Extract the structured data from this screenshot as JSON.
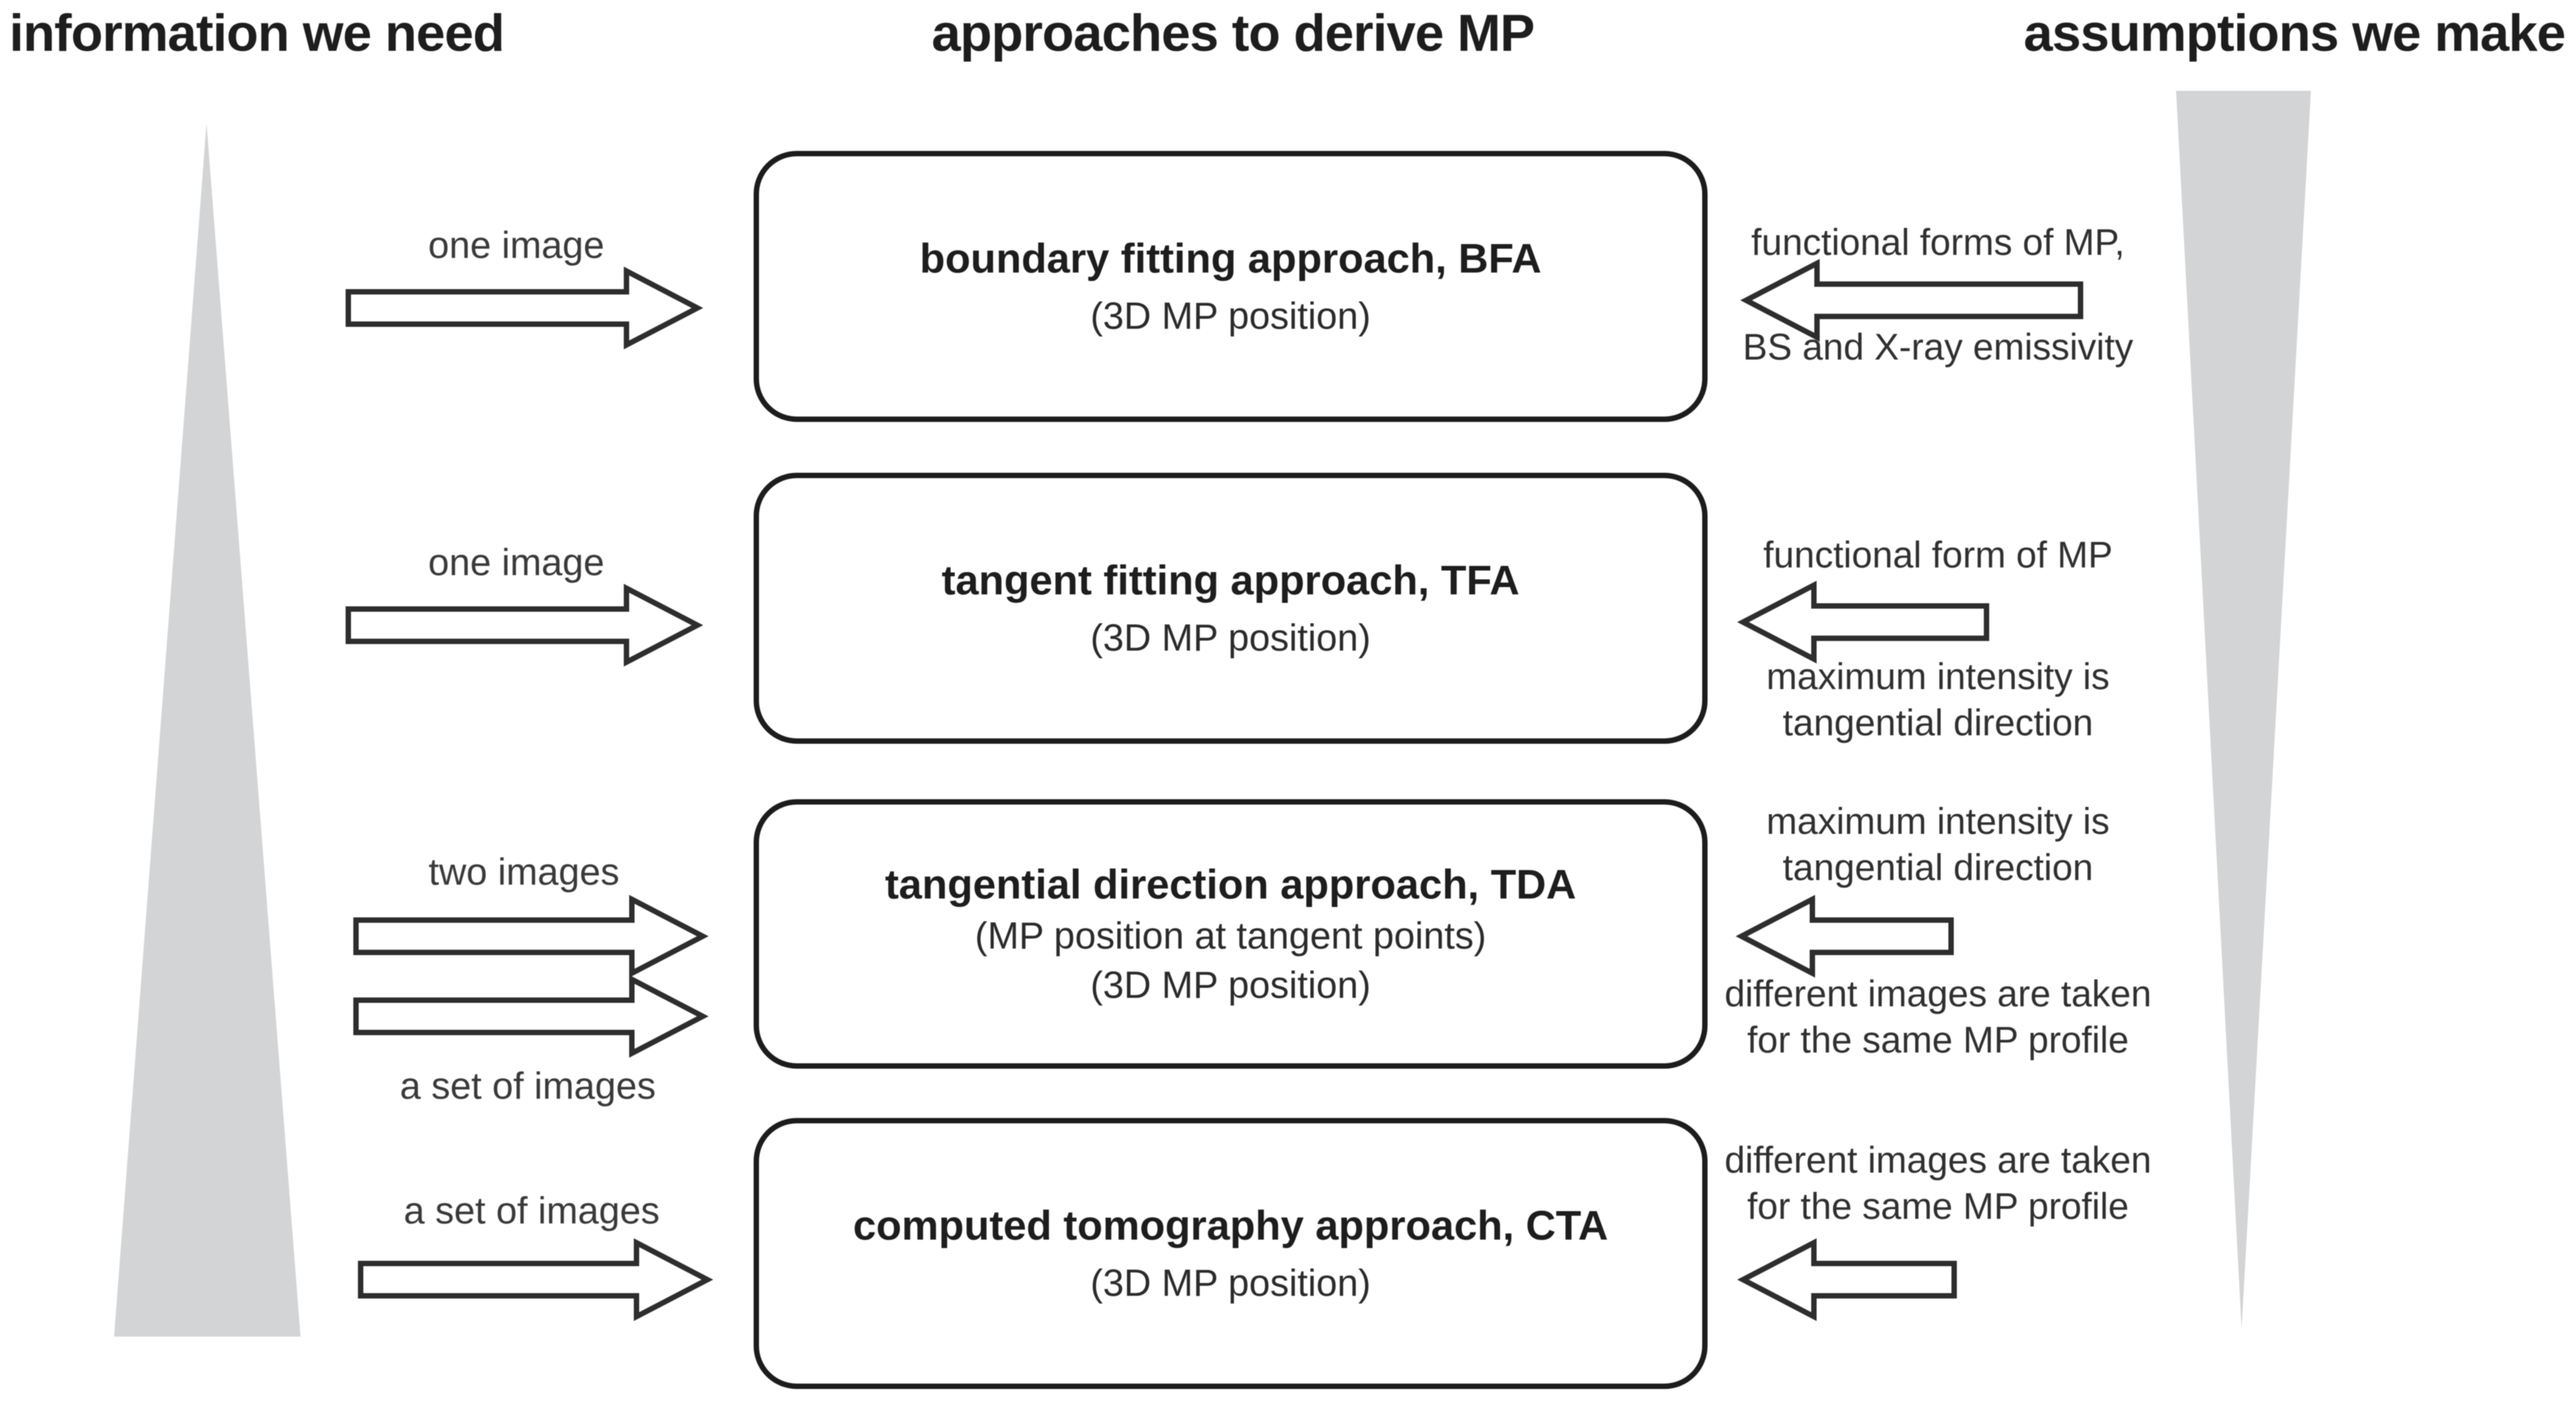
{
  "header": {
    "left": "information we need",
    "center": "approaches to derive MP",
    "right": "assumptions we make"
  },
  "rows": [
    {
      "inputs": {
        "top_label": "one image"
      },
      "box": {
        "title": "boundary fitting approach, BFA",
        "sub1": "(3D MP position)"
      },
      "assumptions": {
        "above": [
          "functional forms of MP,"
        ],
        "below": [
          "BS and X-ray emissivity"
        ]
      }
    },
    {
      "inputs": {
        "top_label": "one image"
      },
      "box": {
        "title": "tangent fitting approach, TFA",
        "sub1": "(3D MP position)"
      },
      "assumptions": {
        "above": [
          "functional form of MP"
        ],
        "below": [
          "maximum intensity is",
          "tangential direction"
        ]
      }
    },
    {
      "inputs": {
        "top_label": "two images",
        "bottom_label": "a set of images"
      },
      "box": {
        "title": "tangential direction approach, TDA",
        "sub1": "(MP position at tangent points)",
        "sub2": "(3D MP position)"
      },
      "assumptions": {
        "above": [
          "maximum intensity is",
          "tangential direction"
        ],
        "below": [
          "different images are taken",
          "for the same MP profile"
        ]
      }
    },
    {
      "inputs": {
        "top_label": "a set of images"
      },
      "box": {
        "title": "computed tomography approach, CTA",
        "sub1": "(3D MP position)"
      },
      "assumptions": {
        "above": [
          "different images are taken",
          "for the same MP profile"
        ],
        "below": []
      }
    }
  ],
  "icons": {
    "left_arrows": "right-arrow-outline",
    "right_arrows": "left-arrow-outline",
    "left_wedge": "down-widening-triangle",
    "right_wedge": "down-narrowing-triangle"
  },
  "colors": {
    "background": "#ffffff",
    "ink": "#1d1d1d",
    "label_text": "#3a3a3a",
    "assumption_text": "#303030",
    "box_border": "#1c1c1c",
    "arrow_outline": "#2d2d2d",
    "triangle_gray": "#d2d4d6"
  }
}
